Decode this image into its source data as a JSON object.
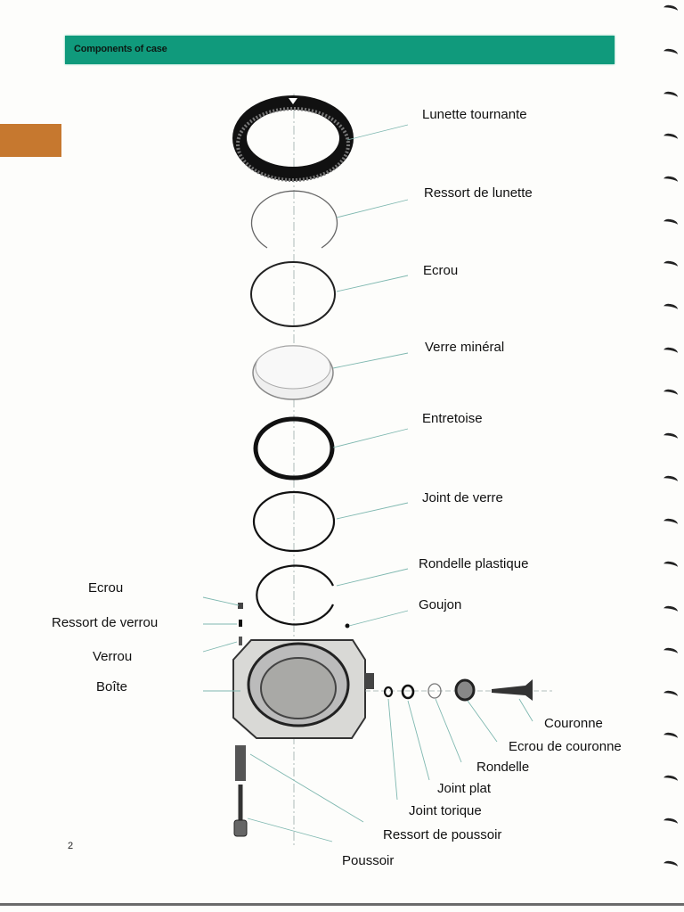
{
  "header": {
    "title": "Components of case",
    "bar_color": "#109a7c"
  },
  "tab_marker": {
    "color": "#c6782f"
  },
  "page_number": "2",
  "labels": {
    "lunette_tournante": "Lunette tournante",
    "ressort_de_lunette": "Ressort de lunette",
    "ecrou_top": "Ecrou",
    "verre_mineral": "Verre minéral",
    "entretoise": "Entretoise",
    "joint_de_verre": "Joint de verre",
    "rondelle_plastique": "Rondelle plastique",
    "goujon": "Goujon",
    "ecrou_left": "Ecrou",
    "ressort_de_verrou": "Ressort de verrou",
    "verrou": "Verrou",
    "boite": "Boîte",
    "couronne": "Couronne",
    "ecrou_de_couronne": "Ecrou de couronne",
    "rondelle": "Rondelle",
    "joint_plat": "Joint plat",
    "joint_torique": "Joint torique",
    "ressort_de_poussoir": "Ressort de poussoir",
    "poussoir": "Poussoir"
  }
}
